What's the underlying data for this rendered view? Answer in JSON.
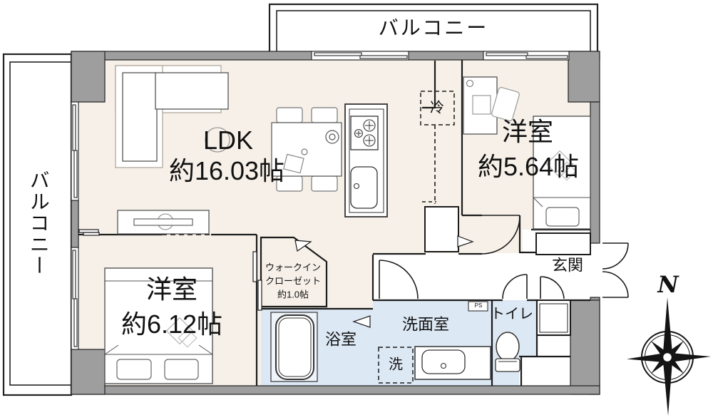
{
  "balcony_top_label": "バルコニー",
  "balcony_left_label": "バルコニー",
  "rooms": {
    "ldk": {
      "name": "LDK",
      "size": "約16.03帖"
    },
    "bedroom_east": {
      "name": "洋室",
      "size": "約5.64帖"
    },
    "bedroom_south": {
      "name": "洋室",
      "size": "約6.12帖"
    },
    "wic": {
      "line1": "ウォークイン",
      "line2": "クローゼット",
      "line3": "約1.0帖"
    },
    "entrance": {
      "name": "玄関"
    },
    "bathroom": {
      "name": "浴室"
    },
    "washroom": {
      "name": "洗面室"
    },
    "toilet": {
      "name": "トイレ"
    }
  },
  "fixtures": {
    "refrigerator": "冷",
    "washing_machine": "洗",
    "pipe_space": "PS"
  },
  "compass": {
    "north_label": "N"
  },
  "colors": {
    "floor": "#f6f0e8",
    "wet_floor": "#dce8f4",
    "wall": "#9e9e9e",
    "line": "#1c1c1c",
    "balcony": "#ffffff"
  }
}
